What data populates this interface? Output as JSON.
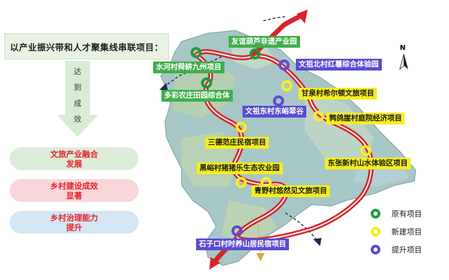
{
  "heading": "以产业振兴带和人才聚集线串联项目：",
  "achieve": [
    "达",
    "到",
    "成",
    "效"
  ],
  "outcomes": [
    {
      "line1": "文旅产业融合",
      "line2": "发展"
    },
    {
      "line1": "乡村建设成效",
      "line2": "显著"
    },
    {
      "line1": "乡村治理能力",
      "line2": "提升"
    }
  ],
  "projects": {
    "youyi": "友谊葫芦非遗产业园",
    "shuihe": "水河村舜耕九州项目",
    "wenzu_north": "文祖北村红薯综合体验园",
    "duocai": "多彩农庄田园综合体",
    "ganquan": "甘泉村希尔顿文旅项目",
    "wenzu_east": "文祖东村东峪翠谷",
    "gegeya": "鹁鸽崖村庭院经济项目",
    "sande": "三德范庄民宿项目",
    "dongzhang": "东张新村山水体验区项目",
    "heiyu": "黑峪村猪猪乐生态农业园",
    "qingye": "青野村悠然见文旅项目",
    "shizikou": "石子口村时养山居民宿项目"
  },
  "map_text": {
    "north": "N"
  },
  "legend": {
    "items": [
      {
        "label": "原有项目",
        "color": "#1f9a3c"
      },
      {
        "label": "新建项目",
        "color": "#f5ee1e"
      },
      {
        "label": "提升项目",
        "color": "#5a4cd1"
      }
    ]
  },
  "colors": {
    "route_red": "#d8232a",
    "existing": "#1f9a3c",
    "new": "#f5ee1e",
    "upgrade": "#5a4cd1",
    "outcome_text": "#e8232b"
  }
}
